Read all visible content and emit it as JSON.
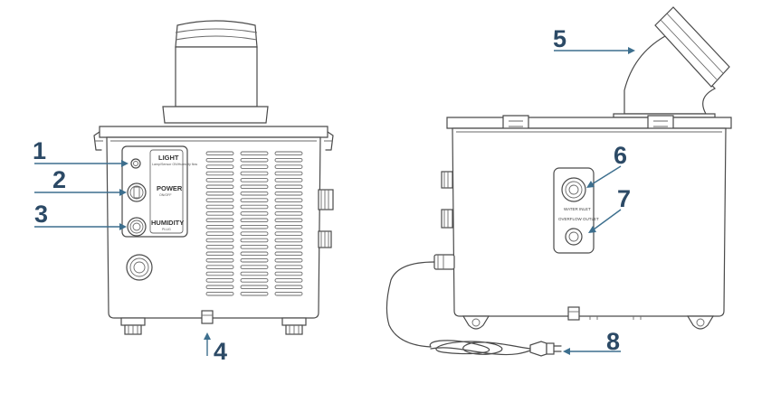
{
  "callouts": [
    {
      "id": "1",
      "label": "1"
    },
    {
      "id": "2",
      "label": "2"
    },
    {
      "id": "3",
      "label": "3"
    },
    {
      "id": "4",
      "label": "4"
    },
    {
      "id": "5",
      "label": "5"
    },
    {
      "id": "6",
      "label": "6"
    },
    {
      "id": "7",
      "label": "7"
    },
    {
      "id": "8",
      "label": "8"
    }
  ],
  "front_panel": {
    "light_label": "LIGHT",
    "light_sub": "Lamp/Sensor ON/Humidity flow",
    "power_label": "POWER",
    "power_sub": "ON/OFF",
    "humidity_label": "HUMIDITY",
    "humidity_sub": "PLUG"
  },
  "side_panel": {
    "water_inlet_label": "WATER INLET",
    "overflow_outlet_label": "OVERFLOW OUTLET"
  }
}
